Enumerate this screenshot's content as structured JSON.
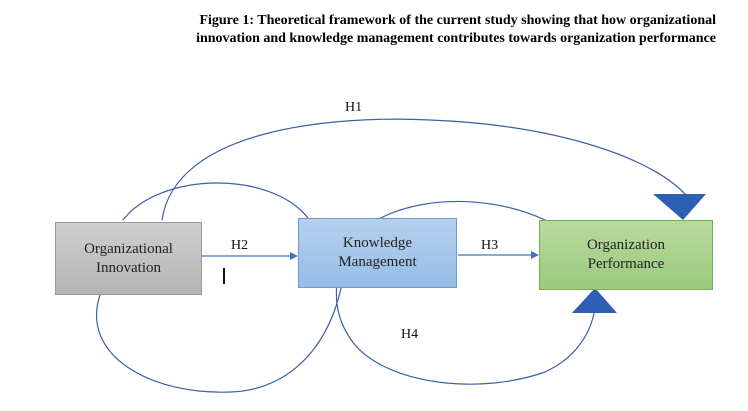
{
  "figure": {
    "caption_line1": "Figure 1: Theoretical framework of the current study showing that how organizational",
    "caption_line2": "innovation and knowledge management contributes towards organization performance"
  },
  "nodes": {
    "organizational_innovation": {
      "line1": "Organizational",
      "line2": "Innovation",
      "fill": "#bfbfbf"
    },
    "knowledge_management": {
      "line1": "Knowledge",
      "line2": "Management",
      "fill": "#a4c6ea"
    },
    "organization_performance": {
      "line1": "Organization",
      "line2": "Performance",
      "fill": "#a9d18e"
    }
  },
  "hypotheses": {
    "h1": "H1",
    "h2": "H2",
    "h3": "H3",
    "h4": "H4"
  },
  "colors": {
    "line": "#4472c4",
    "arrowhead": "#2e5fb5"
  }
}
